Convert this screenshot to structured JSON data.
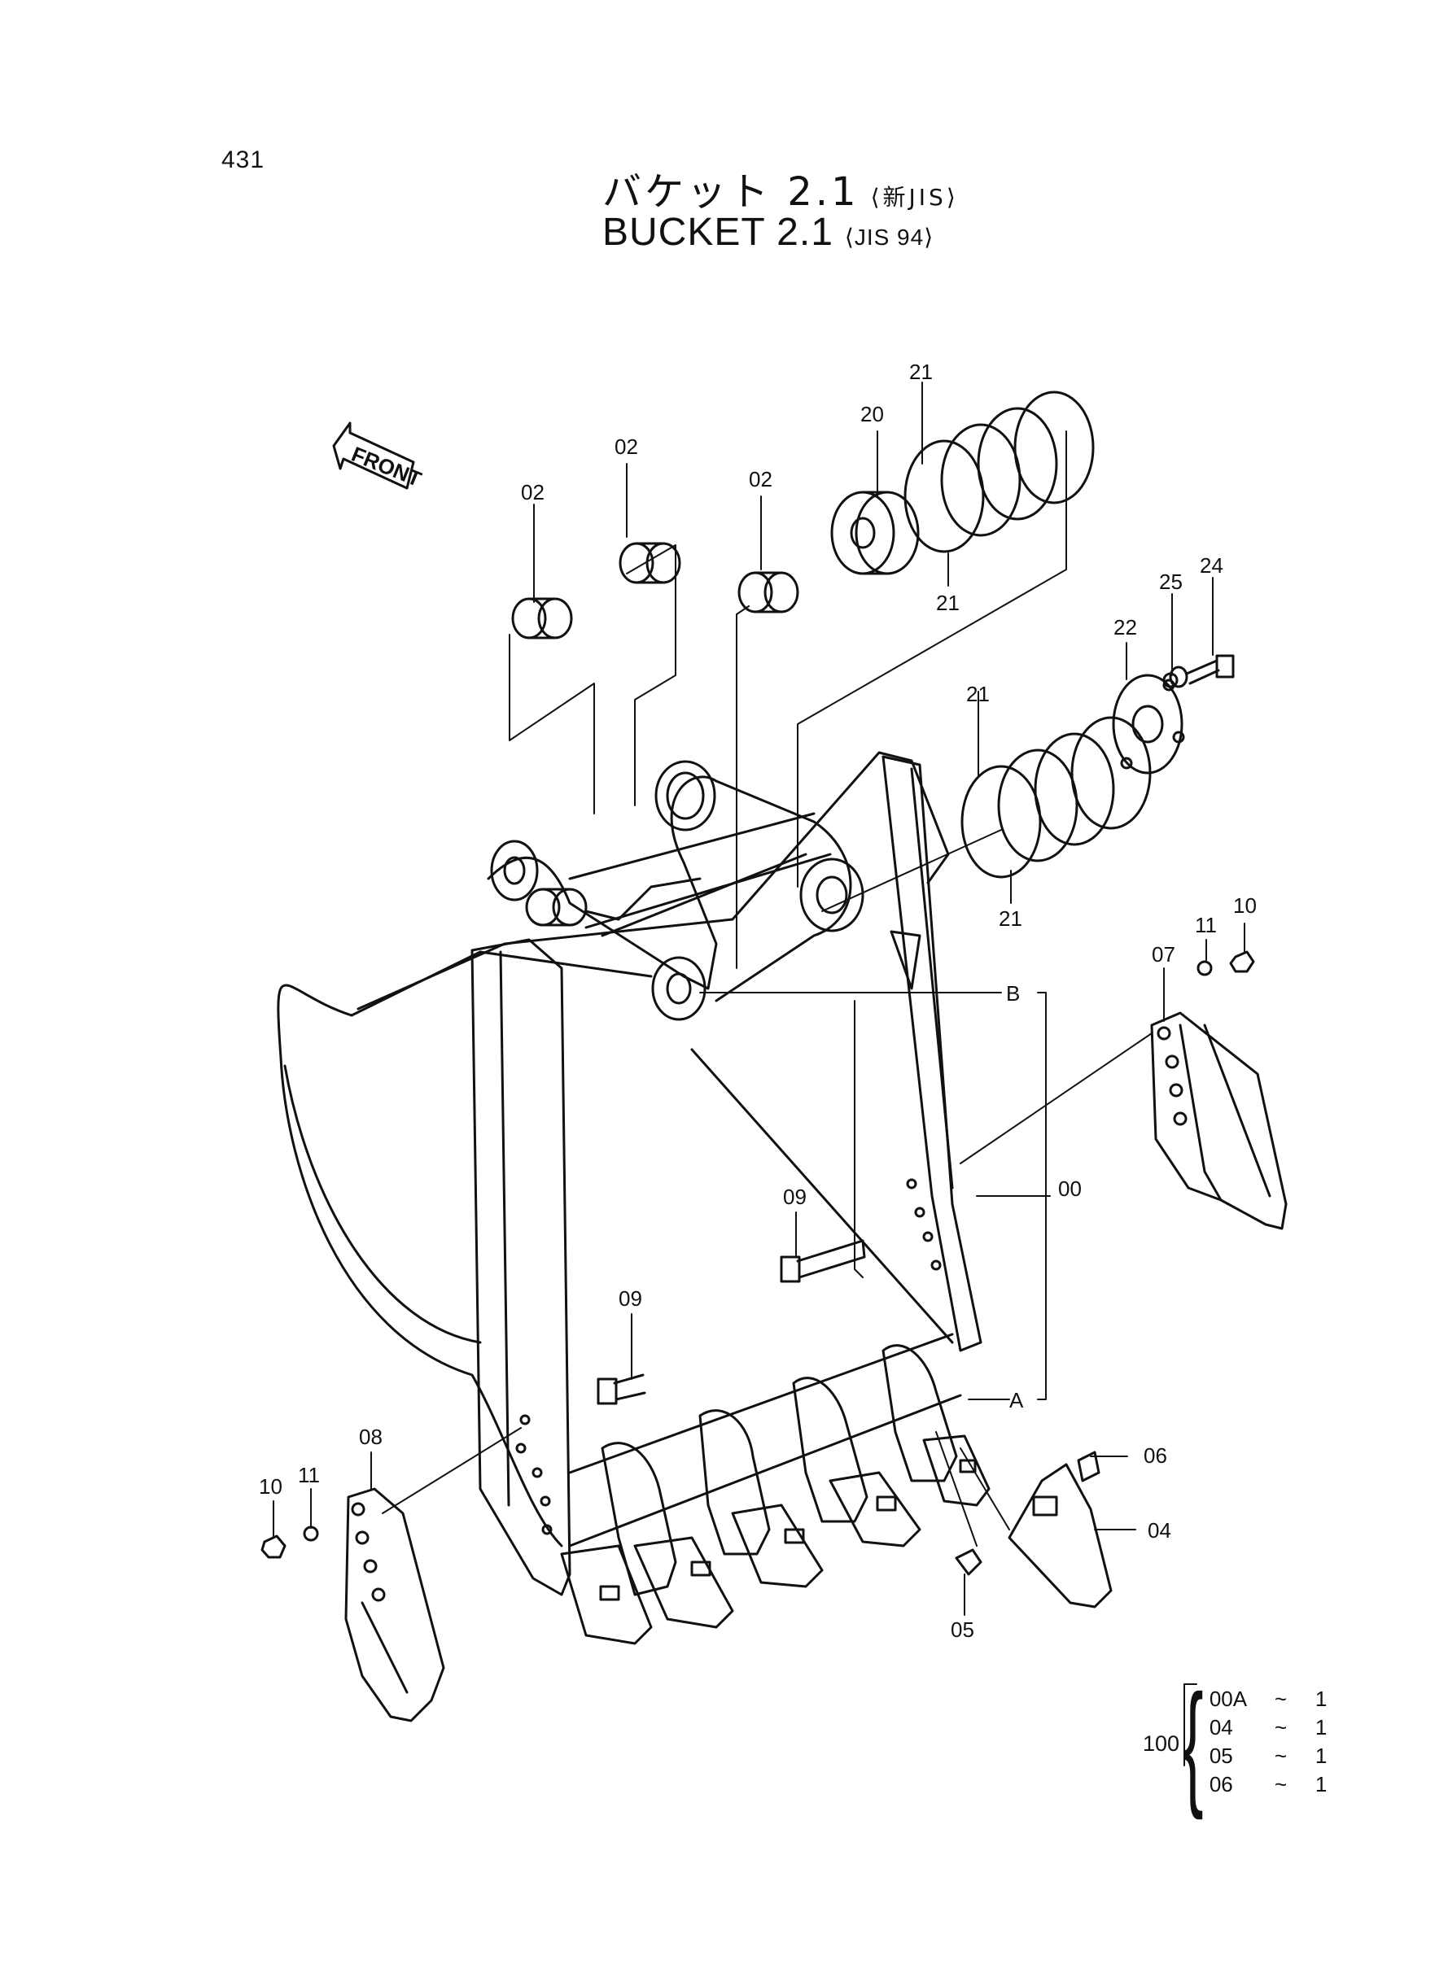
{
  "page_number": "431",
  "title": {
    "jp_name": "バケット 2.1",
    "jp_spec": "⟨新JIS⟩",
    "en_name": "BUCKET  2.1",
    "en_spec": "⟨JIS 94⟩"
  },
  "direction_arrow": "FRONT",
  "callouts": {
    "c00": "00",
    "c02a": "02",
    "c02b": "02",
    "c02c": "02",
    "c04": "04",
    "c05": "05",
    "c06": "06",
    "c07": "07",
    "c08": "08",
    "c09a": "09",
    "c09b": "09",
    "c10a": "10",
    "c10b": "10",
    "c11a": "11",
    "c11b": "11",
    "c20": "20",
    "c21a": "21",
    "c21b": "21",
    "c21c": "21",
    "c21d": "21",
    "c22": "22",
    "c24": "24",
    "c25": "25",
    "refA": "A",
    "refB": "B"
  },
  "kit": {
    "label": "100",
    "items": [
      {
        "code": "00A",
        "sep": "~",
        "qty": "1"
      },
      {
        "code": "04",
        "sep": "~",
        "qty": "1"
      },
      {
        "code": "05",
        "sep": "~",
        "qty": "1"
      },
      {
        "code": "06",
        "sep": "~",
        "qty": "1"
      }
    ]
  }
}
